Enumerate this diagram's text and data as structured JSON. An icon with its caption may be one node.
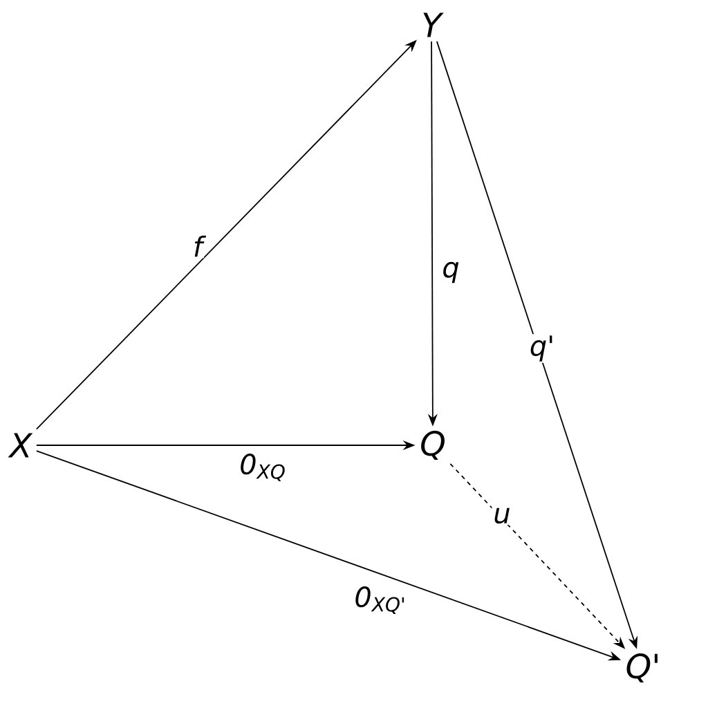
{
  "diagram": {
    "nodes": [
      {
        "text": [
          "X"
        ]
      },
      {
        "text": [
          "Y"
        ]
      },
      {
        "text": [
          "Q"
        ]
      },
      {
        "text": [
          "Q'"
        ]
      }
    ],
    "edges": [
      {
        "from": 0,
        "to": 1,
        "arrow": "to",
        "label": "f"
      },
      {
        "from": 1,
        "to": 2,
        "arrow": "to",
        "label": "q"
      },
      {
        "from": 1,
        "to": 3,
        "arrow": "to",
        "label": "q'"
      },
      {
        "from": 0,
        "to": 2,
        "arrow": "to",
        "label": "0$_{XQ}$"
      },
      {
        "from": 2,
        "to": 3,
        "arrow": "to",
        "label": "u",
        "style": "dashed"
      },
      {
        "from": 0,
        "to": 3,
        "arrow": "to",
        "label": "0$_{XQ'}$"
      }
    ]
  }
}
